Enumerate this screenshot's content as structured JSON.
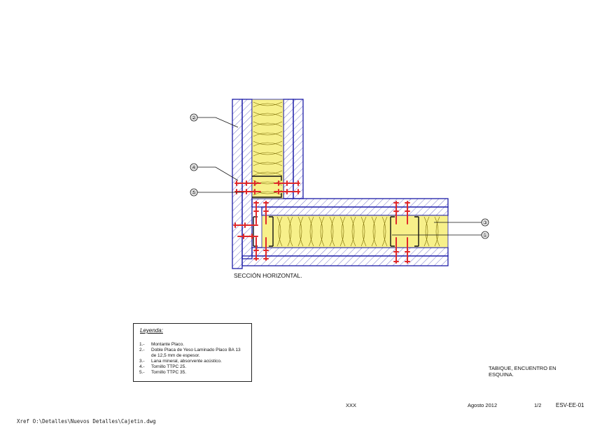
{
  "section_caption": "SECCIÓN HORIZONTAL.",
  "callouts": [
    "①",
    "②",
    "③",
    "④",
    "⑤"
  ],
  "legend": {
    "title": "Leyenda:",
    "items": [
      {
        "num": "1.-",
        "text": "Montante Placo."
      },
      {
        "num": "2.-",
        "text": "Doble Placa de Yeso Laminado Placo BA 13\nde 12,5 mm de espesor."
      },
      {
        "num": "3.-",
        "text": "Lana mineral, absorvente acústico."
      },
      {
        "num": "4.-",
        "text": "Tornillo TTPC 25."
      },
      {
        "num": "5.-",
        "text": "Tornillo TTPC 35."
      }
    ]
  },
  "title_block": {
    "title": "TABIQUE, ENCUENTRO EN\nESQUINA.",
    "scale": "XXX",
    "date": "Agosto 2012",
    "sheet": "1/2",
    "code": "ESV-EE-01"
  },
  "xref": "Xref O:\\Detalles\\Nuevos Detalles\\Cajetin.dwg",
  "colors": {
    "board_outline": "#1c1ca8",
    "insulation": "#f7f08a",
    "screws": "#e0282a",
    "stud": "#111111"
  }
}
